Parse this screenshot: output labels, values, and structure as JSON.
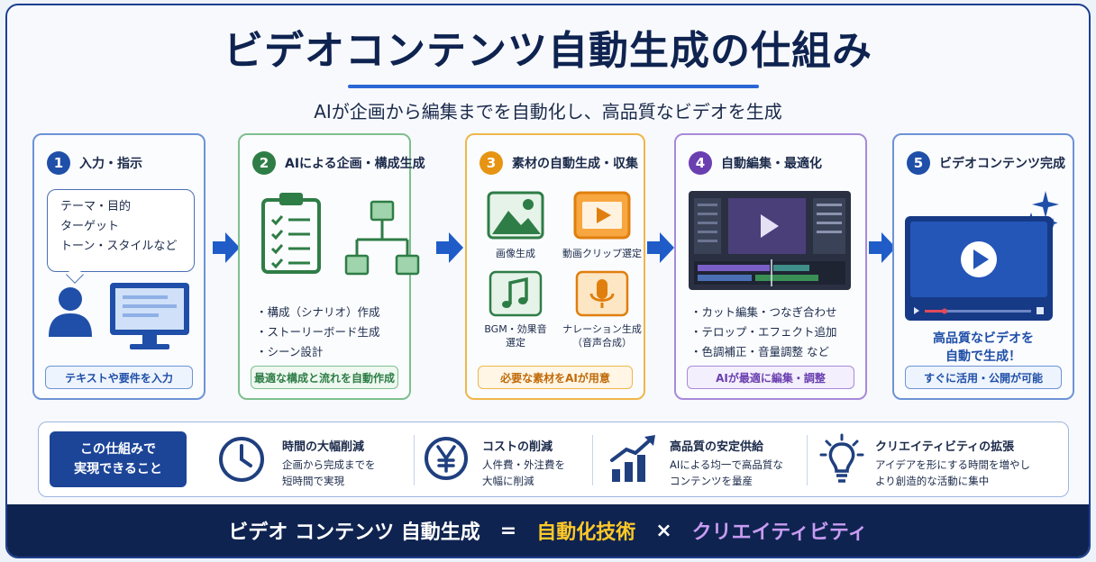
{
  "header": {
    "title": "ビデオコンテンツ自動生成の仕組み",
    "subtitle": "AIが企画から編集までを自動化し、高品質なビデオを生成"
  },
  "steps": [
    {
      "number": "1",
      "title": "入力・指示",
      "color": "#1f4fa8",
      "bubble_lines": [
        "テーマ・目的",
        "ターゲット",
        "トーン・スタイルなど"
      ],
      "footer": "テキストや要件を入力"
    },
    {
      "number": "2",
      "title": "AIによる企画・構成生成",
      "color": "#2e7d46",
      "bullets": [
        "・構成（シナリオ）作成",
        "・ストーリーボード生成",
        "・シーン設計"
      ],
      "footer": "最適な構成と流れを自動作成"
    },
    {
      "number": "3",
      "title": "素材の自動生成・収集",
      "color": "#e69412",
      "assets": [
        "画像生成",
        "動画クリップ選定",
        "BGM・効果音",
        "選定",
        "ナレーション生成",
        "（音声合成）"
      ],
      "footer": "必要な素材をAIが用意"
    },
    {
      "number": "4",
      "title": "自動編集・最適化",
      "color": "#6a3fb0",
      "bullets": [
        "・カット編集・つなぎ合わせ",
        "・テロップ・エフェクト追加",
        "・色調補正・音量調整 など"
      ],
      "footer": "AIが最適に編集・調整"
    },
    {
      "number": "5",
      "title": "ビデオコンテンツ完成",
      "color": "#1f4fa8",
      "result_lines": [
        "高品質なビデオを",
        "自動で生成！"
      ],
      "footer": "すぐに活用・公開が可能"
    }
  ],
  "benefits": {
    "tag_lines": [
      "この仕組みで",
      "実現できること"
    ],
    "items": [
      {
        "title": "時間の大幅削減",
        "desc": [
          "企画から完成までを",
          "短時間で実現"
        ],
        "icon": "clock-icon"
      },
      {
        "title": "コストの削減",
        "desc": [
          "人件費・外注費を",
          "大幅に削減"
        ],
        "icon": "yen-icon"
      },
      {
        "title": "高品質の安定供給",
        "desc": [
          "AIによる均一で高品質な",
          "コンテンツを量産"
        ],
        "icon": "growth-chart-icon"
      },
      {
        "title": "クリエイティビティの拡張",
        "desc": [
          "アイデアを形にする時間を増やし",
          "より創造的な活動に集中"
        ],
        "icon": "lightbulb-icon"
      }
    ]
  },
  "footer": {
    "left": "ビデオ コンテンツ 自動生成",
    "equals": "=",
    "tech": "自動化技術",
    "times": "×",
    "creativity": "クリエイティビティ",
    "colors": {
      "tech": "#ffc928",
      "creativity": "#c89cf2",
      "plain": "#ffffff"
    }
  }
}
